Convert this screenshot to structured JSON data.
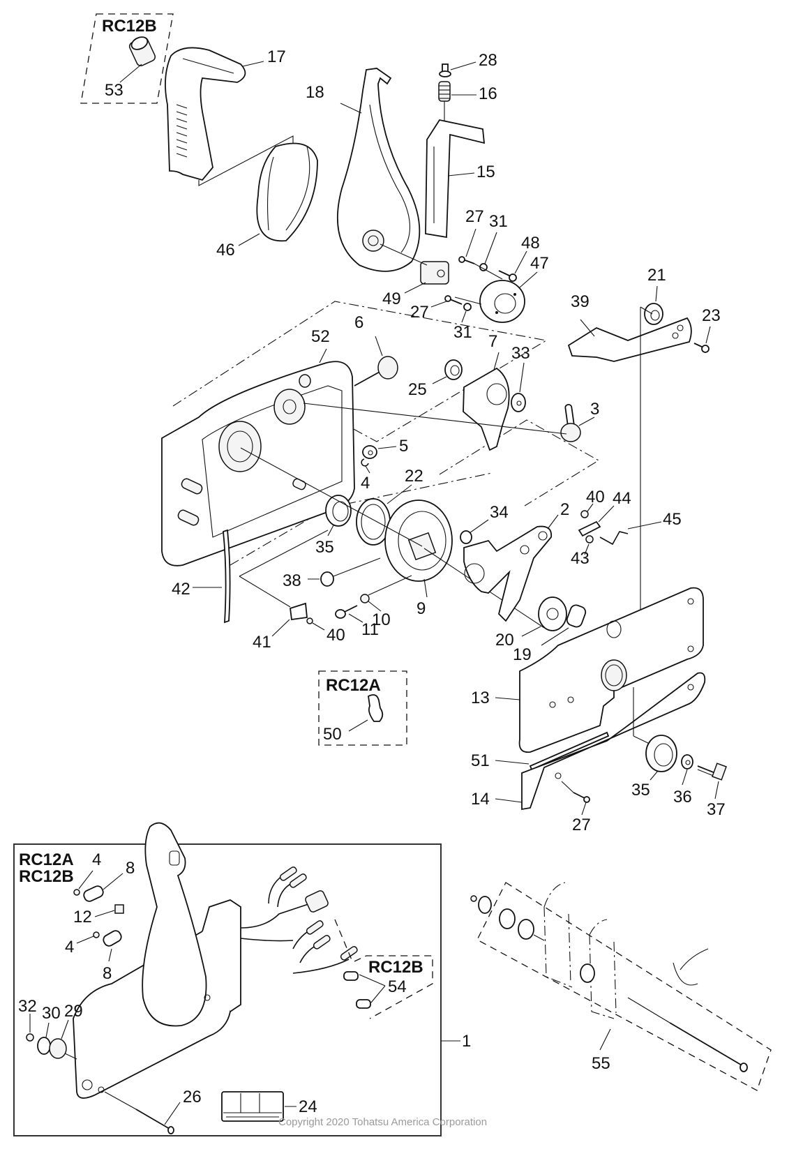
{
  "diagram": {
    "title": "Remote Control Box RC12A / RC12B — exploded parts view",
    "copyright": "Copyright 2020 Tohatsu America Corporation",
    "variant_boxes": {
      "rc12b_top": "RC12B",
      "rc12a_mid": "RC12A",
      "kit_line1": "RC12A",
      "kit_line2": "RC12B",
      "rc12b_kit": "RC12B"
    },
    "callouts": {
      "c17": "17",
      "c53": "53",
      "c46": "46",
      "c18": "18",
      "c28": "28",
      "c16": "16",
      "c15": "15",
      "c27a": "27",
      "c31a": "31",
      "c48": "48",
      "c47": "47",
      "c49": "49",
      "c27b": "27",
      "c31b": "31",
      "c21": "21",
      "c23": "23",
      "c39": "39",
      "c52": "52",
      "c6": "6",
      "c7": "7",
      "c33": "33",
      "c3": "3",
      "c25": "25",
      "c5": "5",
      "c4": "4",
      "c22": "22",
      "c35a": "35",
      "c34": "34",
      "c2": "2",
      "c40a": "40",
      "c44": "44",
      "c45": "45",
      "c43": "43",
      "c42": "42",
      "c38": "38",
      "c10": "10",
      "c9": "9",
      "c11": "11",
      "c41": "41",
      "c40b": "40",
      "c20": "20",
      "c19": "19",
      "c13": "13",
      "c50": "50",
      "c51": "51",
      "c14": "14",
      "c27c": "27",
      "c35b": "35",
      "c36": "36",
      "c37": "37",
      "k4a": "4",
      "k8a": "8",
      "k12": "12",
      "k4b": "4",
      "k8b": "8",
      "k54": "54",
      "k32": "32",
      "k30": "30",
      "k29": "29",
      "k1": "1",
      "k26": "26",
      "k24": "24",
      "c55": "55"
    }
  }
}
